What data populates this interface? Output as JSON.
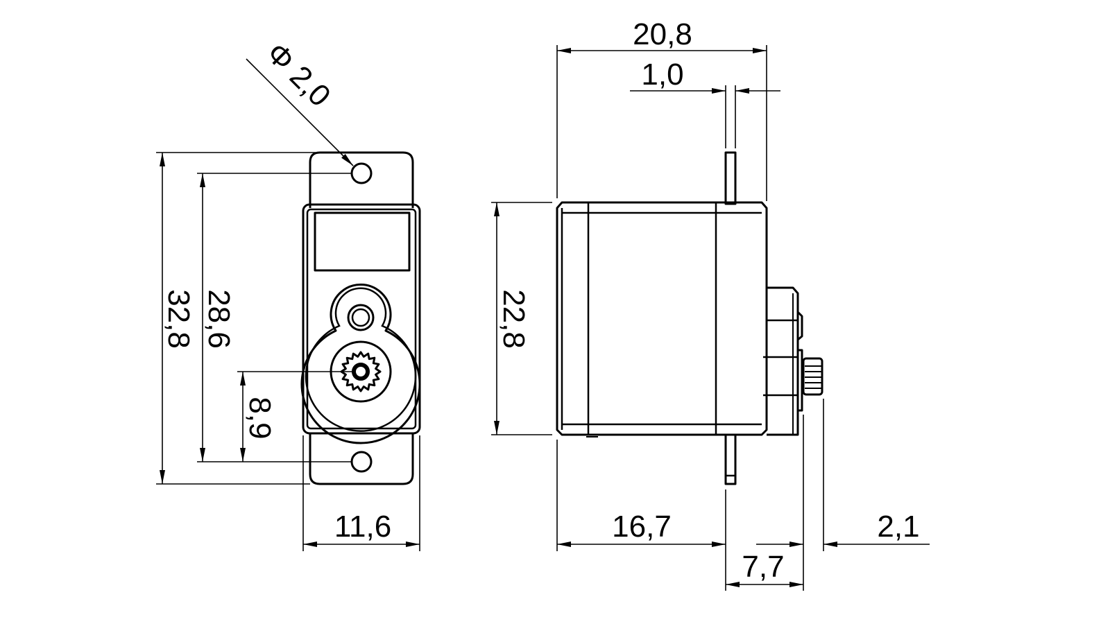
{
  "drawing": {
    "front_view": {
      "hole_diameter": "Φ 2,0",
      "overall_height": "32,8",
      "hole_spacing": "28,6",
      "shaft_offset": "8,9",
      "width": "11,6"
    },
    "side_view": {
      "overall_length": "20,8",
      "tab_thickness": "1,0",
      "body_height": "22,8",
      "body_to_tab": "16,7",
      "tab_to_horn": "7,7",
      "shaft_length": "2,1"
    },
    "colors": {
      "line": "#000000",
      "background": "#ffffff"
    }
  }
}
